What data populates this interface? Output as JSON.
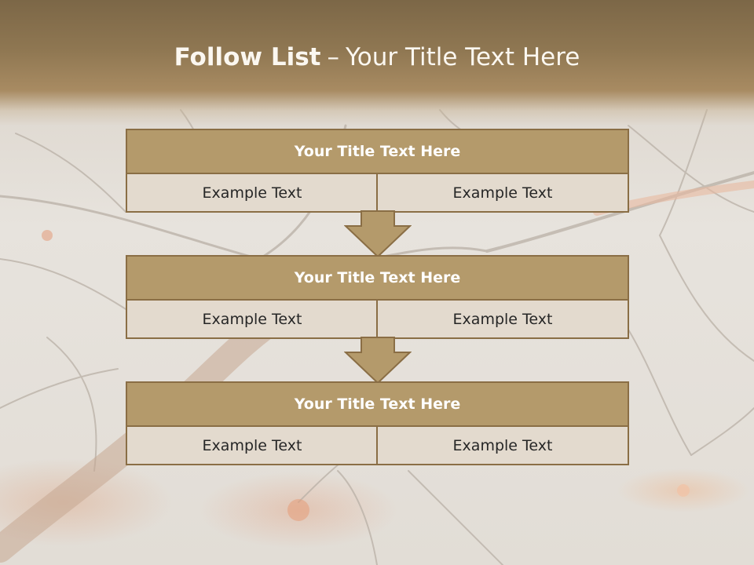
{
  "slide": {
    "title_lead": "Follow List",
    "title_separator": "–",
    "title_rest": "Your Title Text Here"
  },
  "blocks": [
    {
      "title": "Your Title Text Here",
      "left": "Example Text",
      "right": "Example Text"
    },
    {
      "title": "Your Title Text Here",
      "left": "Example Text",
      "right": "Example Text"
    },
    {
      "title": "Your Title Text Here",
      "left": "Example Text",
      "right": "Example Text"
    }
  ],
  "colors": {
    "header_brown": "#8f7752",
    "block_title_fill": "#b49a6b",
    "block_border": "#8a6e45",
    "cell_fill": "#e3dace",
    "arrow_fill": "#b49a6b"
  }
}
